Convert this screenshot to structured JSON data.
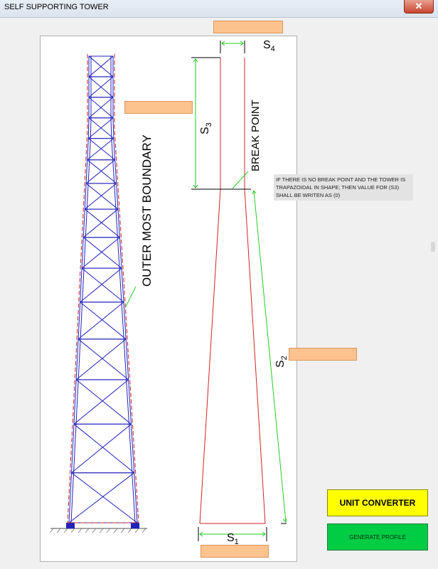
{
  "window": {
    "title": "SELF SUPPORTING TOWER",
    "close_glyph": "✕"
  },
  "drawing": {
    "label_outer_boundary": "OUTER MOST BOUNDARY",
    "label_break_point": "BREAK POINT",
    "dim_s1": {
      "letter": "S",
      "sub": "1"
    },
    "dim_s2": {
      "letter": "S",
      "sub": "2"
    },
    "dim_s3": {
      "letter": "S",
      "sub": "3"
    },
    "dim_s4": {
      "letter": "S",
      "sub": "4"
    }
  },
  "inputs": {
    "s1": "",
    "s2": "",
    "s3": "",
    "s4": ""
  },
  "note": "IF THERE IS NO BREAK POINT AND THE TOWER IS TRAPAZOIDAL IN SHAPE; THEN VALUE FOR (S3) SHALL BE WRITEN AS (0)",
  "buttons": {
    "unit_converter": "UNIT CONVERTER",
    "generate_profile": "GENERATE PROFILE"
  },
  "colors": {
    "tower": "#2222bb",
    "boundary": "#d22222",
    "dimension": "#22cc22",
    "input_fill": "#fdc38f",
    "unit_btn": "#ffff00",
    "gen_btn": "#00cc44"
  }
}
